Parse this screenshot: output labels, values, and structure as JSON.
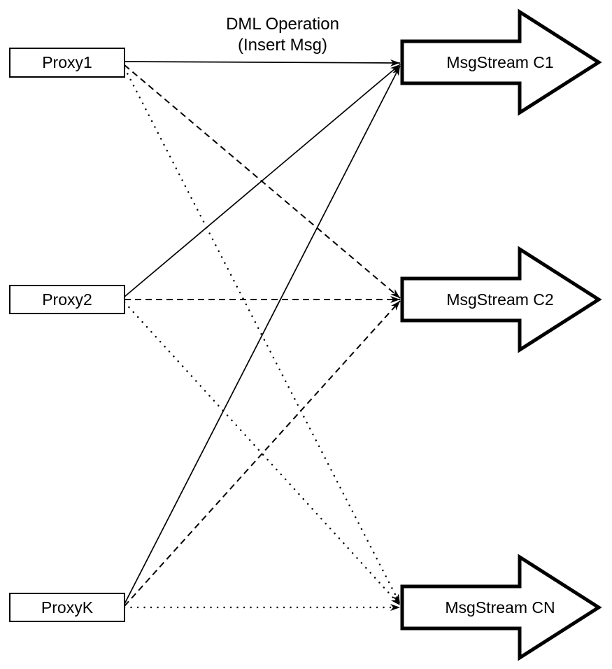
{
  "title": {
    "line1": "DML Operation",
    "line2": "(Insert Msg)"
  },
  "proxies": [
    {
      "label": "Proxy1"
    },
    {
      "label": "Proxy2"
    },
    {
      "label": "ProxyK"
    }
  ],
  "streams": [
    {
      "label": "MsgStream C1"
    },
    {
      "label": "MsgStream C2"
    },
    {
      "label": "MsgStream CN"
    }
  ],
  "connections": [
    {
      "from": "Proxy1",
      "to": "MsgStream C1",
      "style": "solid"
    },
    {
      "from": "Proxy1",
      "to": "MsgStream C2",
      "style": "dashed"
    },
    {
      "from": "Proxy1",
      "to": "MsgStream CN",
      "style": "dotted"
    },
    {
      "from": "Proxy2",
      "to": "MsgStream C1",
      "style": "solid"
    },
    {
      "from": "Proxy2",
      "to": "MsgStream C2",
      "style": "dashed"
    },
    {
      "from": "Proxy2",
      "to": "MsgStream CN",
      "style": "dotted"
    },
    {
      "from": "ProxyK",
      "to": "MsgStream C1",
      "style": "solid"
    },
    {
      "from": "ProxyK",
      "to": "MsgStream C2",
      "style": "dashed"
    },
    {
      "from": "ProxyK",
      "to": "MsgStream CN",
      "style": "dotted"
    }
  ],
  "colors": {
    "line": "#000000",
    "background": "#ffffff",
    "shape_fill": "#ffffff"
  }
}
